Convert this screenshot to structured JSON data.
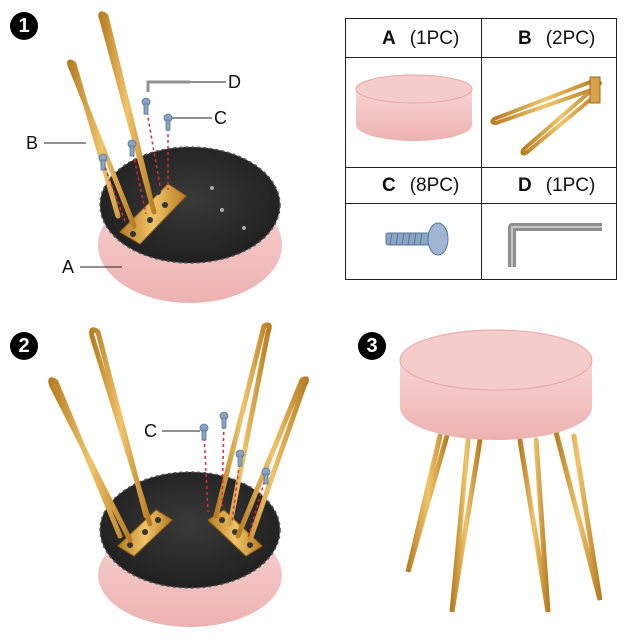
{
  "steps": [
    "1",
    "2",
    "3"
  ],
  "callouts": {
    "d": "D",
    "c": "C",
    "b": "B",
    "a": "A",
    "c2": "C"
  },
  "parts": [
    {
      "letter": "A",
      "qty": "(1PC)",
      "icon": "cushion-seat-icon"
    },
    {
      "letter": "B",
      "qty": "(2PC)",
      "icon": "hairpin-leg-icon"
    },
    {
      "letter": "C",
      "qty": "(8PC)",
      "icon": "screw-icon"
    },
    {
      "letter": "D",
      "qty": "(1PC)",
      "icon": "allen-key-icon"
    }
  ],
  "colors": {
    "pink": "#f4c4c3",
    "pink_dark": "#e8a9a8",
    "gold": "#d9a24a",
    "gold_dark": "#b77d22",
    "dark_fabric": "#2b2b2b",
    "screw": "#8aa4c4",
    "key": "#8f8f8f",
    "dash": "#e0283a"
  }
}
